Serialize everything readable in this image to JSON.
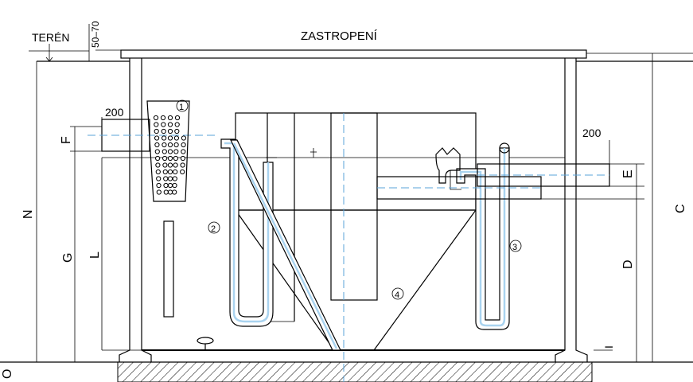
{
  "labels": {
    "teren": "TERÉN",
    "depth_range": "50–70",
    "zastropeni": "ZASTROPENÍ",
    "inlet_width": "200",
    "outlet_width": "200"
  },
  "dimensions": {
    "n": "N",
    "f": "F",
    "g": "G",
    "l": "L",
    "c": "C",
    "e": "E",
    "d": "D",
    "i": "I",
    "o": "O"
  },
  "components": {
    "c1": "1",
    "c2": "2",
    "c3": "3",
    "c4": "4"
  },
  "colors": {
    "line": "#000000",
    "axis_dash": "#5aa3d8",
    "pipe_fill": "#a9d3ef",
    "hatch": "#000000"
  }
}
